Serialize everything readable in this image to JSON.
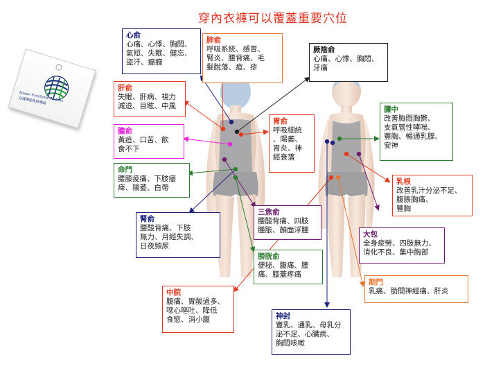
{
  "title": "穿內衣褲可以覆蓋重要穴位",
  "logo": {
    "text_en": "Taiwan Functional Textiles",
    "text_zh": "台灣機能性紡織品"
  },
  "colors": {
    "red": "#e53a1e",
    "green": "#2e7d32",
    "purple": "#6a1b6e",
    "blue": "#1a237e",
    "magenta": "#e91edb",
    "orange": "#e8752b",
    "black": "#222222"
  },
  "points": [
    {
      "id": "xinshu",
      "title": "心俞",
      "desc": "心痛、心悸、胸悶、\n氣短、失眠、健忘、\n盜汗、癲癇"
    },
    {
      "id": "feishu",
      "title": "肺俞",
      "desc": "呼吸系統、感冒、\n腎炎、腰背痛、毛\n髮脫落、痘、疹"
    },
    {
      "id": "jueyinshu",
      "title": "厥陰俞",
      "desc": "心痛、心悸、胸悶、\n牙痛"
    },
    {
      "id": "ganshu",
      "title": "肝俞",
      "desc": "失眠、肝病、視力\n減退、目眩、中風"
    },
    {
      "id": "weishu",
      "title": "胃俞",
      "desc": "呼吸細統\n、陽萎、\n胃炎、神\n經衰落"
    },
    {
      "id": "danzhong",
      "title": "膻中",
      "desc": "改善胸悶胸鬱、\n支氣管性哮喘、\n豐胸、暢通乳腺、\n安神"
    },
    {
      "id": "danshu",
      "title": "膽俞",
      "desc": "黃疸、口苦、飲\n食不下"
    },
    {
      "id": "mingmen",
      "title": "命門",
      "desc": "腰膝痠痛、下肢痿\n痺、陽萎、白帶"
    },
    {
      "id": "rugen",
      "title": "乳根",
      "desc": "改善乳汁分泌不足、\n腹脹胸痛、\n豐胸"
    },
    {
      "id": "shenshu",
      "title": "腎俞",
      "desc": "腰酸背痛、下肢\n無力、月經失調、\n日夜頻尿"
    },
    {
      "id": "sanjiaoshu",
      "title": "三焦俞",
      "desc": "腰酸背痛、四肢\n腫脹、顏面浮腫"
    },
    {
      "id": "dabao",
      "title": "大包",
      "desc": "全身疲勞、四肢無力、\n消化不良、集中胸部"
    },
    {
      "id": "pangguangshu",
      "title": "膀胱俞",
      "desc": "便秘、腹痛、腰\n痛、膝蓋疼痛"
    },
    {
      "id": "qimen",
      "title": "期門",
      "desc": "乳痛、肋間神經痛、肝炎"
    },
    {
      "id": "zhongwan",
      "title": "中脘",
      "desc": "腹痛、胃酸過多、\n噁心嘔吐、降低\n食慾、消小腹"
    },
    {
      "id": "shenfeng",
      "title": "神封",
      "desc": "豐乳、通乳、母乳分\n泌不足、心臟病、\n胸悶咳嗽"
    }
  ]
}
